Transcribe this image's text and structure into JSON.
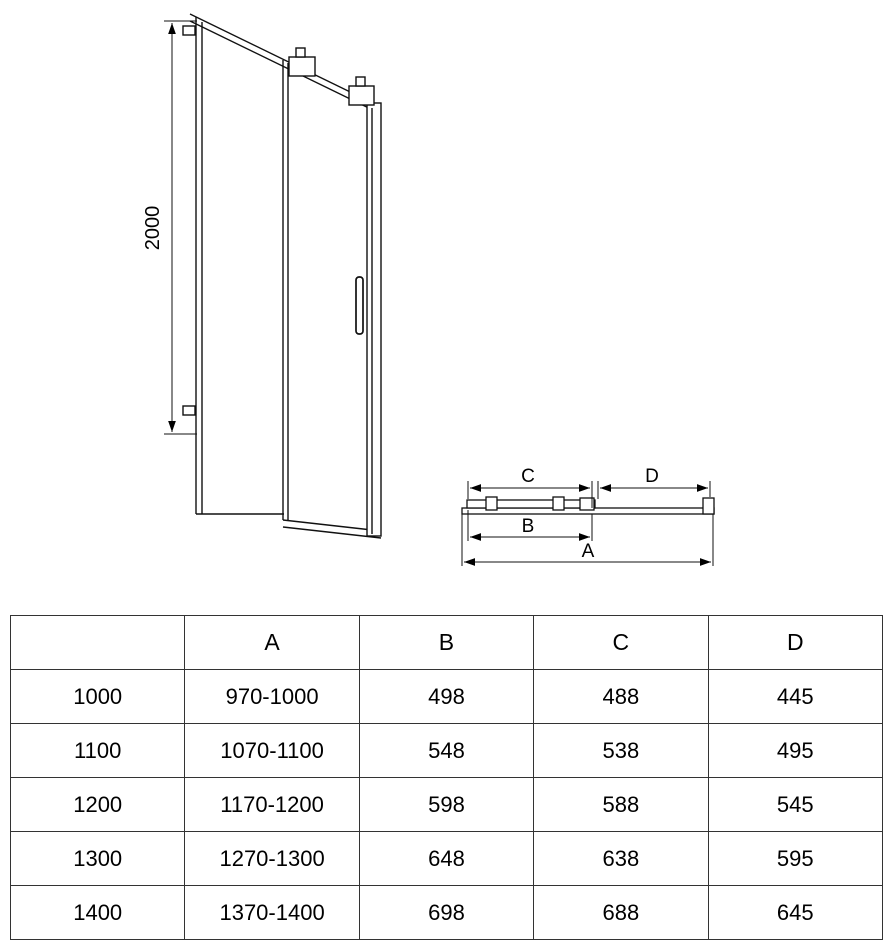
{
  "diagram": {
    "front_view": {
      "height_label": "2000"
    },
    "plan_view": {
      "dim_c": "C",
      "dim_d": "D",
      "dim_b": "B",
      "dim_a": "A"
    }
  },
  "table": {
    "headers": [
      "",
      "A",
      "B",
      "C",
      "D"
    ],
    "rows": [
      [
        "1000",
        "970-1000",
        "498",
        "488",
        "445"
      ],
      [
        "1100",
        "1070-1100",
        "548",
        "538",
        "495"
      ],
      [
        "1200",
        "1170-1200",
        "598",
        "588",
        "545"
      ],
      [
        "1300",
        "1270-1300",
        "648",
        "638",
        "595"
      ],
      [
        "1400",
        "1370-1400",
        "698",
        "688",
        "645"
      ]
    ]
  }
}
